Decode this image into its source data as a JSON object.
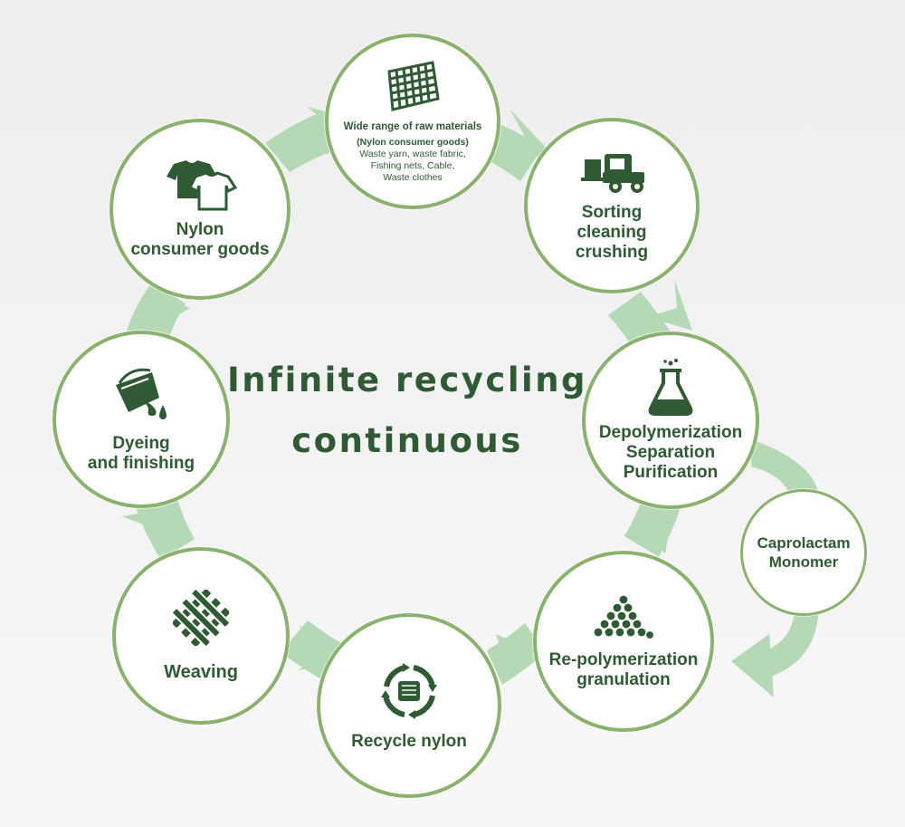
{
  "title_line1": "Infinite recycling",
  "title_line2": "continuous",
  "colors": {
    "primary": "#2f5a33",
    "circle_border": "#8ab26e",
    "arrow": "#b5d9b5"
  },
  "nodes": {
    "raw_materials": {
      "title": "Wide range of raw materials",
      "subtitle": "(Nylon consumer goods)",
      "details": "Waste yarn,  waste fabric,\nFishing nets,  Cable,\nWaste clothes",
      "icon": "net-icon"
    },
    "sorting": {
      "label": "Sorting\ncleaning\ncrushing",
      "icon": "truck-icon"
    },
    "depolymerization": {
      "label": "Depolymerization\nSeparation\nPurification",
      "icon": "flask-icon"
    },
    "caprolactam": {
      "label": "Caprolactam\nMonomer"
    },
    "repolymerization": {
      "label": "Re-polymerization\ngranulation",
      "icon": "granules-icon"
    },
    "recycle_nylon": {
      "label": "Recycle nylon",
      "icon": "yarn-spool-icon"
    },
    "weaving": {
      "label": "Weaving",
      "icon": "weave-icon"
    },
    "dyeing": {
      "label": "Dyeing\nand finishing",
      "icon": "dye-bucket-icon"
    },
    "consumer_goods": {
      "label": "Nylon\nconsumer goods",
      "icon": "tshirt-icon"
    }
  }
}
